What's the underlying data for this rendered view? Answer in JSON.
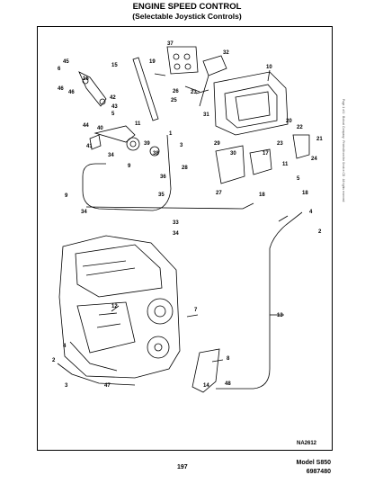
{
  "title": "ENGINE SPEED CONTROL",
  "subtitle": "(Selectable Joystick Controls)",
  "figure_code": "NA2612",
  "page_number": "197",
  "model": "Model S850",
  "part_number": "6987480",
  "side_note": "Page 1 of 1 · Bobcat Company · Printed from the Service CD · All rights reserved",
  "callouts": {
    "c45": "45",
    "c6": "6",
    "c16": "16",
    "c46": "46",
    "c15": "15",
    "c19": "19",
    "c37": "37",
    "c32": "32",
    "c10": "10",
    "c42": "42",
    "c43": "43",
    "c26": "26",
    "c23": "23",
    "c25": "25",
    "c31": "31",
    "c44": "44",
    "c5": "5",
    "c11": "11",
    "c41": "41",
    "c40": "40",
    "c39": "39",
    "c1": "1",
    "c3": "3",
    "c34": "34",
    "c9": "9",
    "c38": "38",
    "c36": "36",
    "c35": "35",
    "c20": "20",
    "c22": "22",
    "c21": "21",
    "c24": "24",
    "c29": "29",
    "c30": "30",
    "c27": "27",
    "c17": "17",
    "c18": "18",
    "c4": "4",
    "c33": "33",
    "c2": "2",
    "c13": "13",
    "c12": "12",
    "c7": "7",
    "c8": "8",
    "c47": "47",
    "c48": "48",
    "c14": "14",
    "c28": "28"
  }
}
